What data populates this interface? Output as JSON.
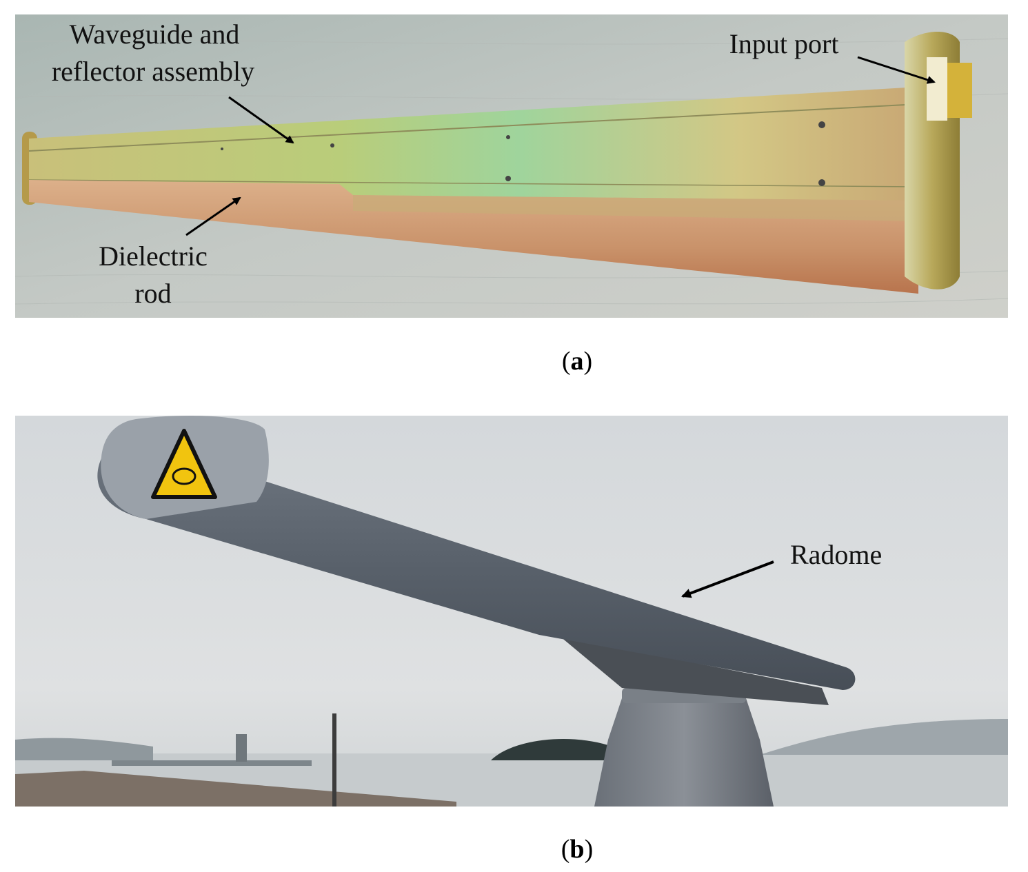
{
  "panel_a": {
    "labels": {
      "waveguide_line1": "Waveguide and",
      "waveguide_line2": "reflector assembly",
      "input_port": "Input port",
      "dielectric_line1": "Dielectric",
      "dielectric_line2": "rod"
    },
    "caption_letter": "a"
  },
  "panel_b": {
    "labels": {
      "radome": "Radome"
    },
    "caption_letter": "b"
  },
  "colors": {
    "wall_a": "#c3c8c4",
    "metal_gold": "#c9c46a",
    "rod_copper": "#c58b62",
    "sky_b": "#d9dcde",
    "radome_gray": "#5d6570",
    "warning_yellow": "#f1c40f"
  }
}
